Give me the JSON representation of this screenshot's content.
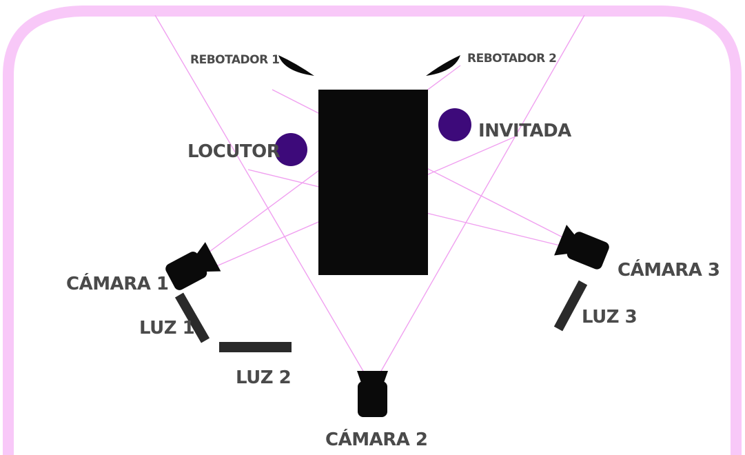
{
  "labels": {
    "rebotador1": "REBOTADOR 1",
    "rebotador2": "REBOTADOR 2",
    "locutor": "LOCUTOR",
    "invitada": "INVITADA",
    "camara1": "CÁMARA 1",
    "camara2": "CÁMARA 2",
    "camara3": "CÁMARA 3",
    "luz1": "LUZ 1",
    "luz2": "LUZ 2",
    "luz3": "LUZ 3"
  },
  "colors": {
    "wall": "#f8c8f8",
    "wall_stroke": "#f0b0f0",
    "ray": "#f0a0f0",
    "person": "#3d0a7a",
    "equipment": "#0a0a0a",
    "light": "#2a2a2a",
    "label": "#4a4a4a"
  },
  "icons": {
    "camera": "video-camera-icon",
    "light": "light-panel-icon",
    "reflector": "reflector-icon",
    "person": "person-marker-icon",
    "table": "table-rect"
  }
}
